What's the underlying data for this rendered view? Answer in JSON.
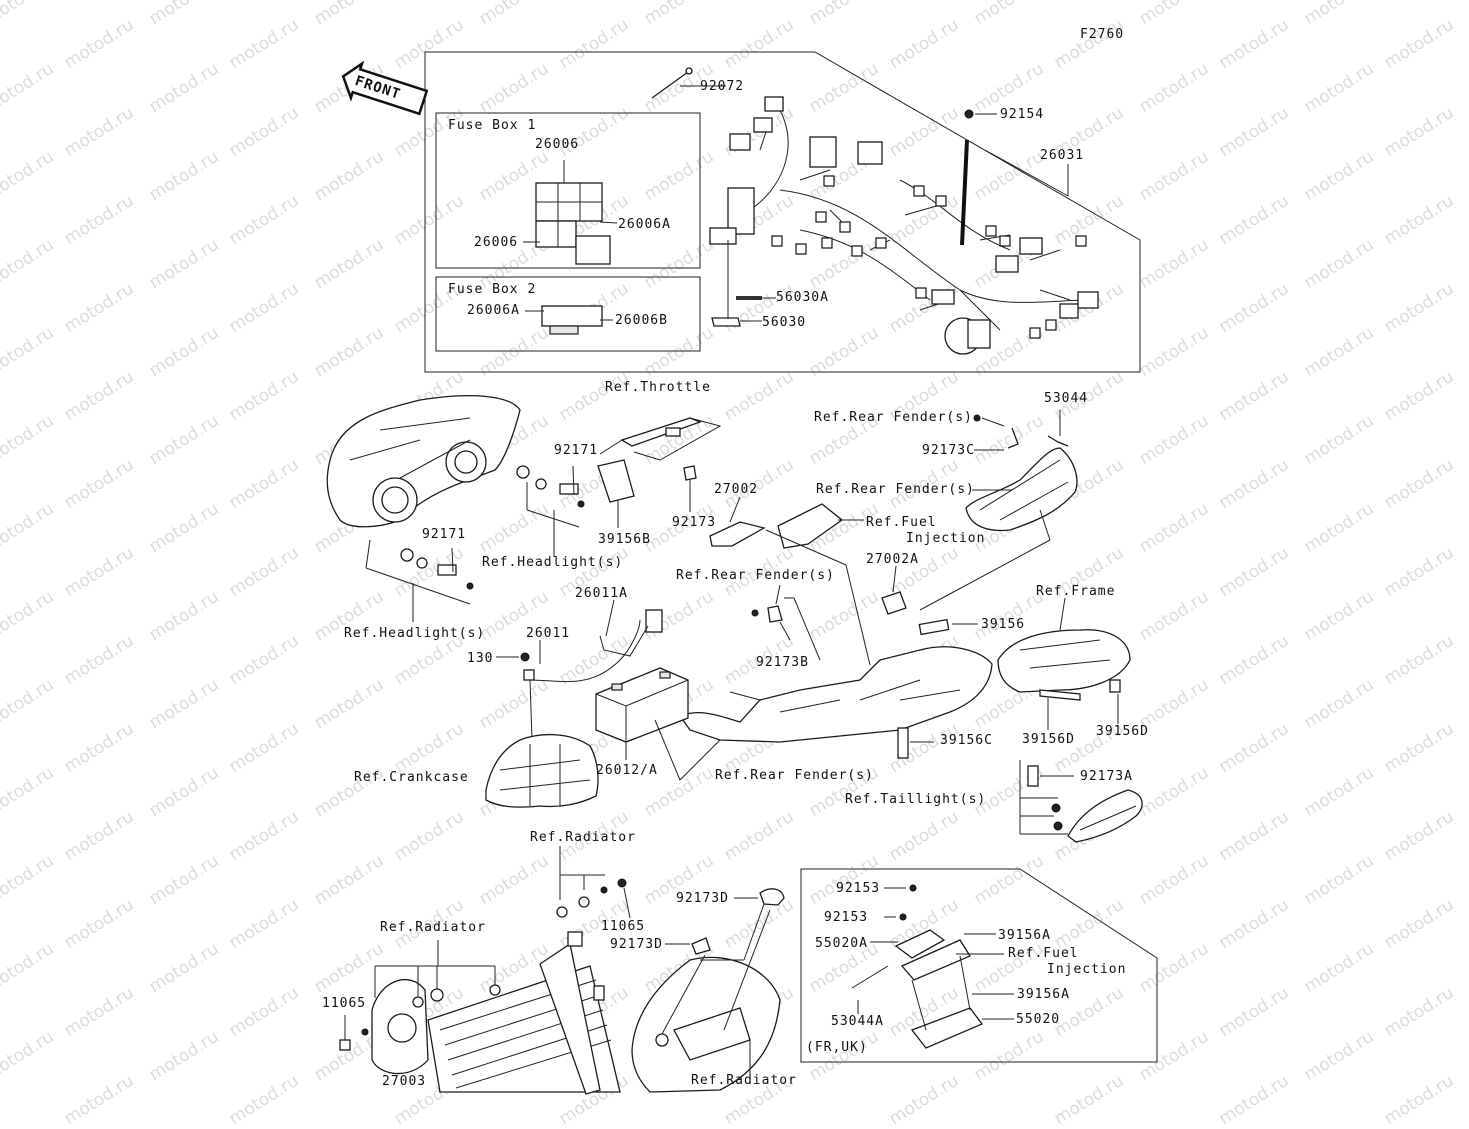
{
  "figure_code": "F2760",
  "front_arrow": "FRONT",
  "watermark": "motod.ru",
  "boxes": {
    "fuse_box_1": "Fuse Box 1",
    "fuse_box_2": "Fuse Box 2"
  },
  "labels": [
    {
      "id": "p92072",
      "text": "92072"
    },
    {
      "id": "p92154",
      "text": "92154"
    },
    {
      "id": "p26031",
      "text": "26031"
    },
    {
      "id": "p26006_a",
      "text": "26006"
    },
    {
      "id": "p26006A_a",
      "text": "26006A"
    },
    {
      "id": "p26006_b",
      "text": "26006"
    },
    {
      "id": "p26006A_b",
      "text": "26006A"
    },
    {
      "id": "p26006B",
      "text": "26006B"
    },
    {
      "id": "p56030A",
      "text": "56030A"
    },
    {
      "id": "p56030",
      "text": "56030"
    },
    {
      "id": "refThrottle",
      "text": "Ref.Throttle"
    },
    {
      "id": "refRearFender1",
      "text": "Ref.Rear Fender(s)"
    },
    {
      "id": "p53044",
      "text": "53044"
    },
    {
      "id": "p92173C",
      "text": "92173C"
    },
    {
      "id": "refRearFender2",
      "text": "Ref.Rear Fender(s)"
    },
    {
      "id": "p92171_a",
      "text": "92171"
    },
    {
      "id": "p27002",
      "text": "27002"
    },
    {
      "id": "refFuelInj1a",
      "text": "Ref.Fuel"
    },
    {
      "id": "refFuelInj1b",
      "text": "Injection"
    },
    {
      "id": "p39156B",
      "text": "39156B"
    },
    {
      "id": "p92173",
      "text": "92173"
    },
    {
      "id": "refHeadlight1",
      "text": "Ref.Headlight(s)"
    },
    {
      "id": "p92171_b",
      "text": "92171"
    },
    {
      "id": "p27002A",
      "text": "27002A"
    },
    {
      "id": "refRearFender3",
      "text": "Ref.Rear Fender(s)"
    },
    {
      "id": "p26011A",
      "text": "26011A"
    },
    {
      "id": "refFrame",
      "text": "Ref.Frame"
    },
    {
      "id": "p39156",
      "text": "39156"
    },
    {
      "id": "refHeadlight2",
      "text": "Ref.Headlight(s)"
    },
    {
      "id": "p26011",
      "text": "26011"
    },
    {
      "id": "p92173B",
      "text": "92173B"
    },
    {
      "id": "p130",
      "text": "130"
    },
    {
      "id": "p39156D_a",
      "text": "39156D"
    },
    {
      "id": "p39156D_b",
      "text": "39156D"
    },
    {
      "id": "p39156C",
      "text": "39156C"
    },
    {
      "id": "refCrankcase",
      "text": "Ref.Crankcase"
    },
    {
      "id": "p26012A",
      "text": "26012/A"
    },
    {
      "id": "refRearFender4",
      "text": "Ref.Rear Fender(s)"
    },
    {
      "id": "p92173A",
      "text": "92173A"
    },
    {
      "id": "refTaillight",
      "text": "Ref.Taillight(s)"
    },
    {
      "id": "refRadiator1",
      "text": "Ref.Radiator"
    },
    {
      "id": "p92173D_a",
      "text": "92173D"
    },
    {
      "id": "p11065_a",
      "text": "11065"
    },
    {
      "id": "p92173D_b",
      "text": "92173D"
    },
    {
      "id": "refRadiator2",
      "text": "Ref.Radiator"
    },
    {
      "id": "p11065_b",
      "text": "11065"
    },
    {
      "id": "p27003",
      "text": "27003"
    },
    {
      "id": "refRadiator3",
      "text": "Ref.Radiator"
    },
    {
      "id": "p92153_a",
      "text": "92153"
    },
    {
      "id": "p92153_b",
      "text": "92153"
    },
    {
      "id": "p39156A_a",
      "text": "39156A"
    },
    {
      "id": "p55020A",
      "text": "55020A"
    },
    {
      "id": "refFuelInj2a",
      "text": "Ref.Fuel"
    },
    {
      "id": "refFuelInj2b",
      "text": "Injection"
    },
    {
      "id": "p39156A_b",
      "text": "39156A"
    },
    {
      "id": "p53044A",
      "text": "53044A"
    },
    {
      "id": "p55020",
      "text": "55020"
    },
    {
      "id": "frUk",
      "text": "(FR,UK)"
    }
  ]
}
